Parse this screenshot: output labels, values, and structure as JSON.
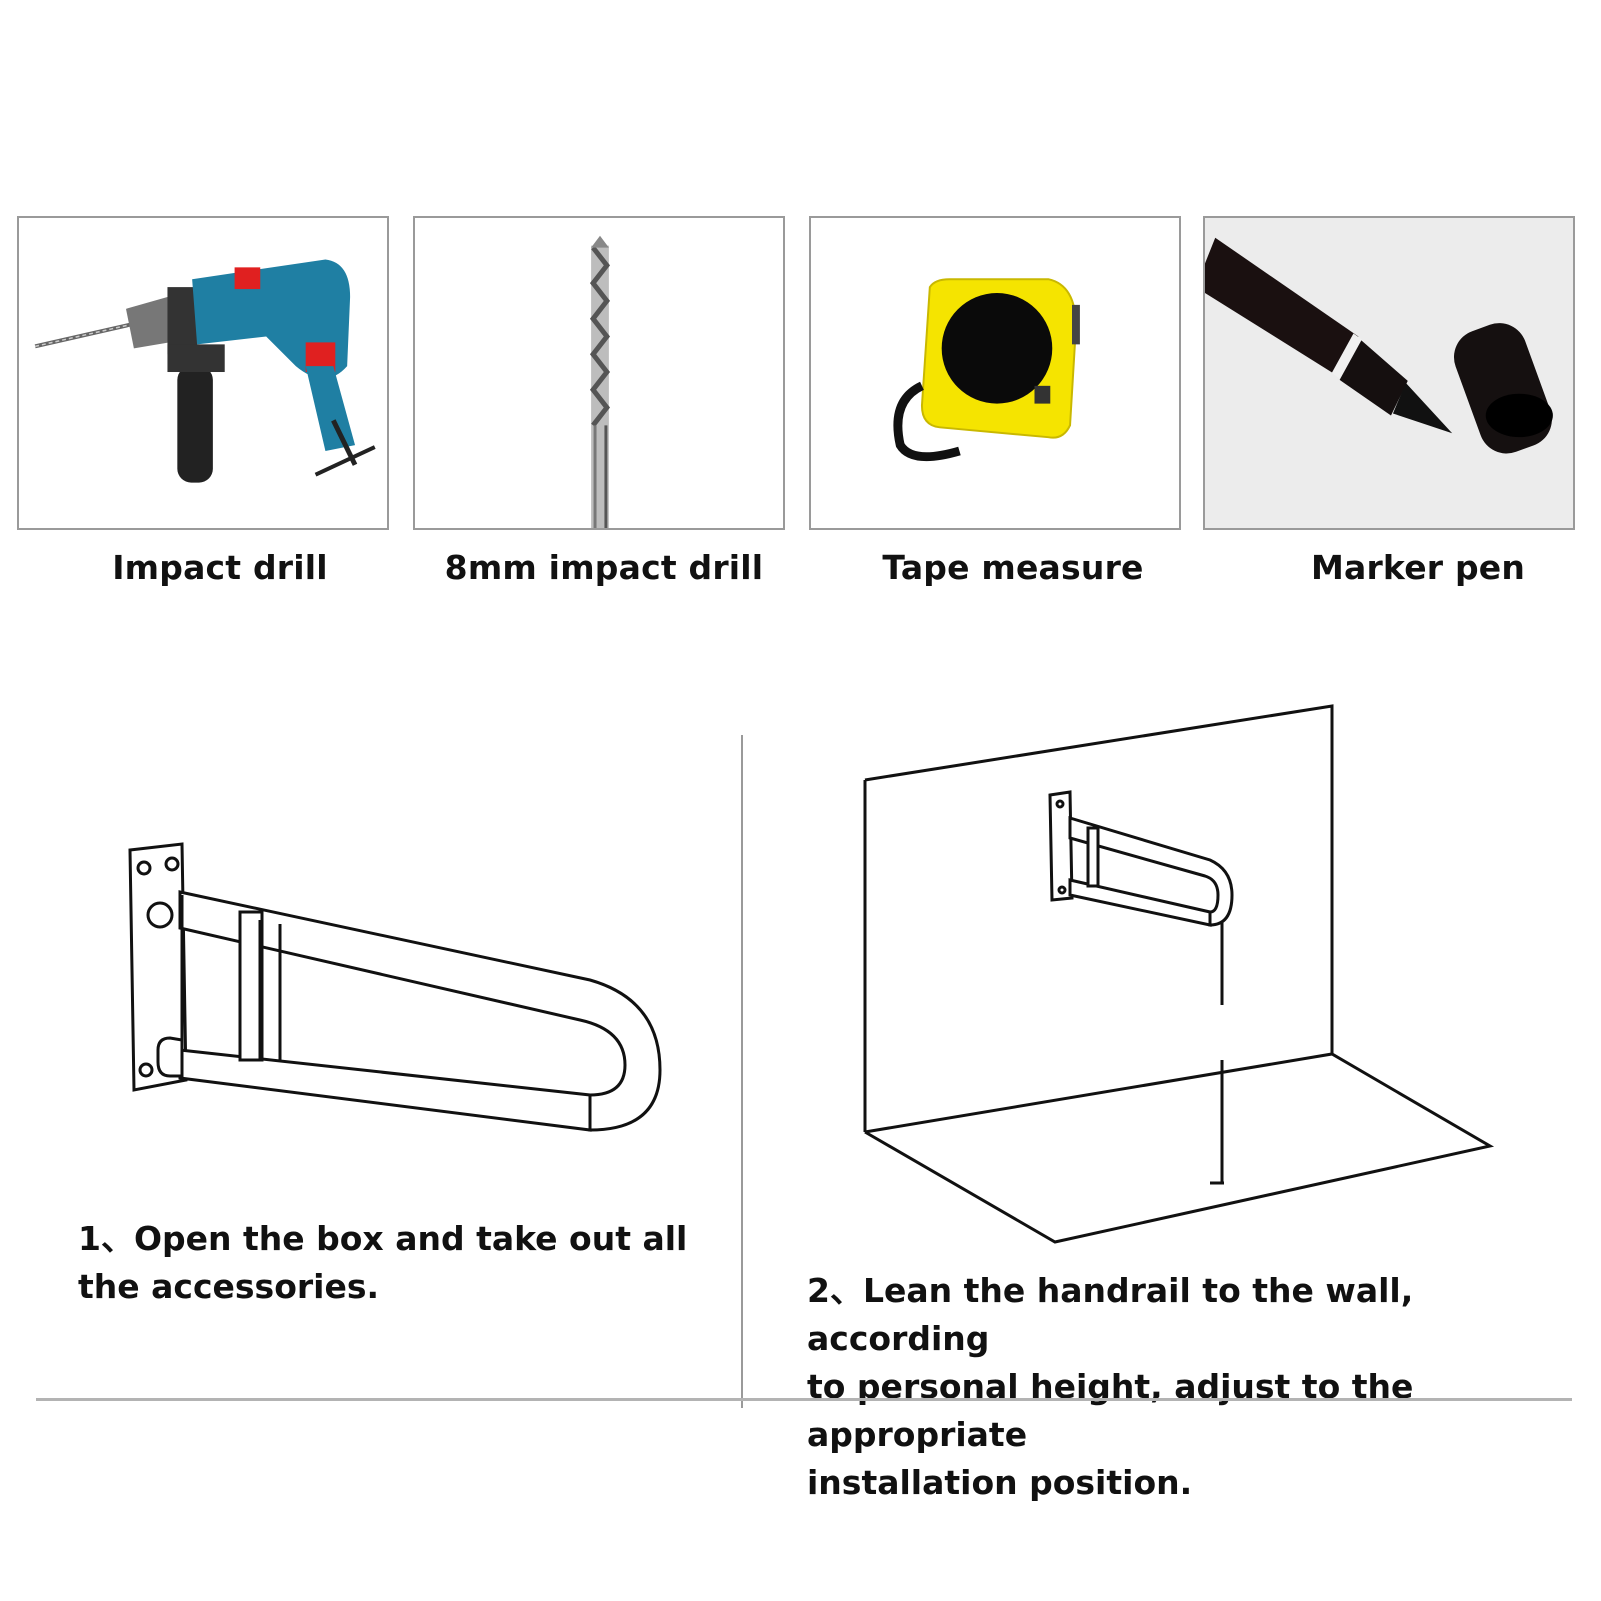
{
  "tools": [
    {
      "icon": "impact-drill-icon",
      "label": "Impact drill"
    },
    {
      "icon": "drill-bit-icon",
      "label": "8mm impact drill"
    },
    {
      "icon": "tape-measure-icon",
      "label": "Tape measure"
    },
    {
      "icon": "marker-pen-icon",
      "label": "Marker pen"
    }
  ],
  "steps": [
    {
      "icon": "handrail-illustration-icon",
      "text_line1": "1、Open the box and take out all",
      "text_line2": "the accessories."
    },
    {
      "icon": "wall-mounted-handrail-illustration-icon",
      "text_line1": "2、Lean the handrail to the wall, according",
      "text_line2": "to personal height, adjust to the appropriate",
      "text_line3": "installation position."
    }
  ],
  "colors": {
    "drill_body": "#1f7fa3",
    "drill_accent": "#e02020",
    "tape_body": "#f5e400",
    "frame": "#9a9a9a"
  }
}
